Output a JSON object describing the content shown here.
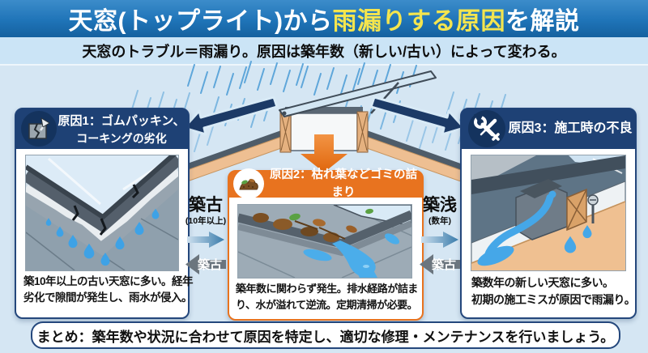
{
  "title": {
    "part1": "天窓(トップライト)から",
    "highlight": "雨漏りする原因",
    "part2": "を解説"
  },
  "subtitle": "天窓のトラブル＝雨漏り。原因は築年数（新しい/古い）によって変わる。",
  "cause1": {
    "icon": "cracked-seal-icon",
    "header_line1": "原因1：ゴムパッキン、",
    "header_line2": "コーキングの劣化",
    "desc_line1": "築10年以上の古い天窓に多い。経年",
    "desc_line2": "劣化で隙間が発生し、雨水が侵入。"
  },
  "cause2": {
    "icon": "leaf-debris-icon",
    "header": "原因2：枯れ葉などゴミの詰まり",
    "desc_line1": "築年数に関わらず発生。排水経路が詰ま",
    "desc_line2": "り、水が溢れて逆流。定期清掃が必要。"
  },
  "cause3": {
    "icon": "tools-icon",
    "header": "原因3：施工時の不良",
    "desc_line1": "築数年の新しい天窓に多い。",
    "desc_line2": "初期の施工ミスが原因で雨漏り。"
  },
  "age_left": {
    "label": "築古",
    "sublabel": "(10年以上)",
    "back_arrow_label": "築古"
  },
  "age_right": {
    "label": "築浅",
    "sublabel": "(数年)",
    "back_arrow_label": "築古"
  },
  "summary": "まとめ：築年数や状況に合わせて原因を特定し、適切な修理・メンテナンスを行いましょう。",
  "colors": {
    "title_blue": "#1f74b8",
    "highlight_yellow": "#f4e54e",
    "navy": "#1e4175",
    "orange": "#e8731f",
    "water_blue": "#45a7e8",
    "background": "#d5e6f3"
  }
}
